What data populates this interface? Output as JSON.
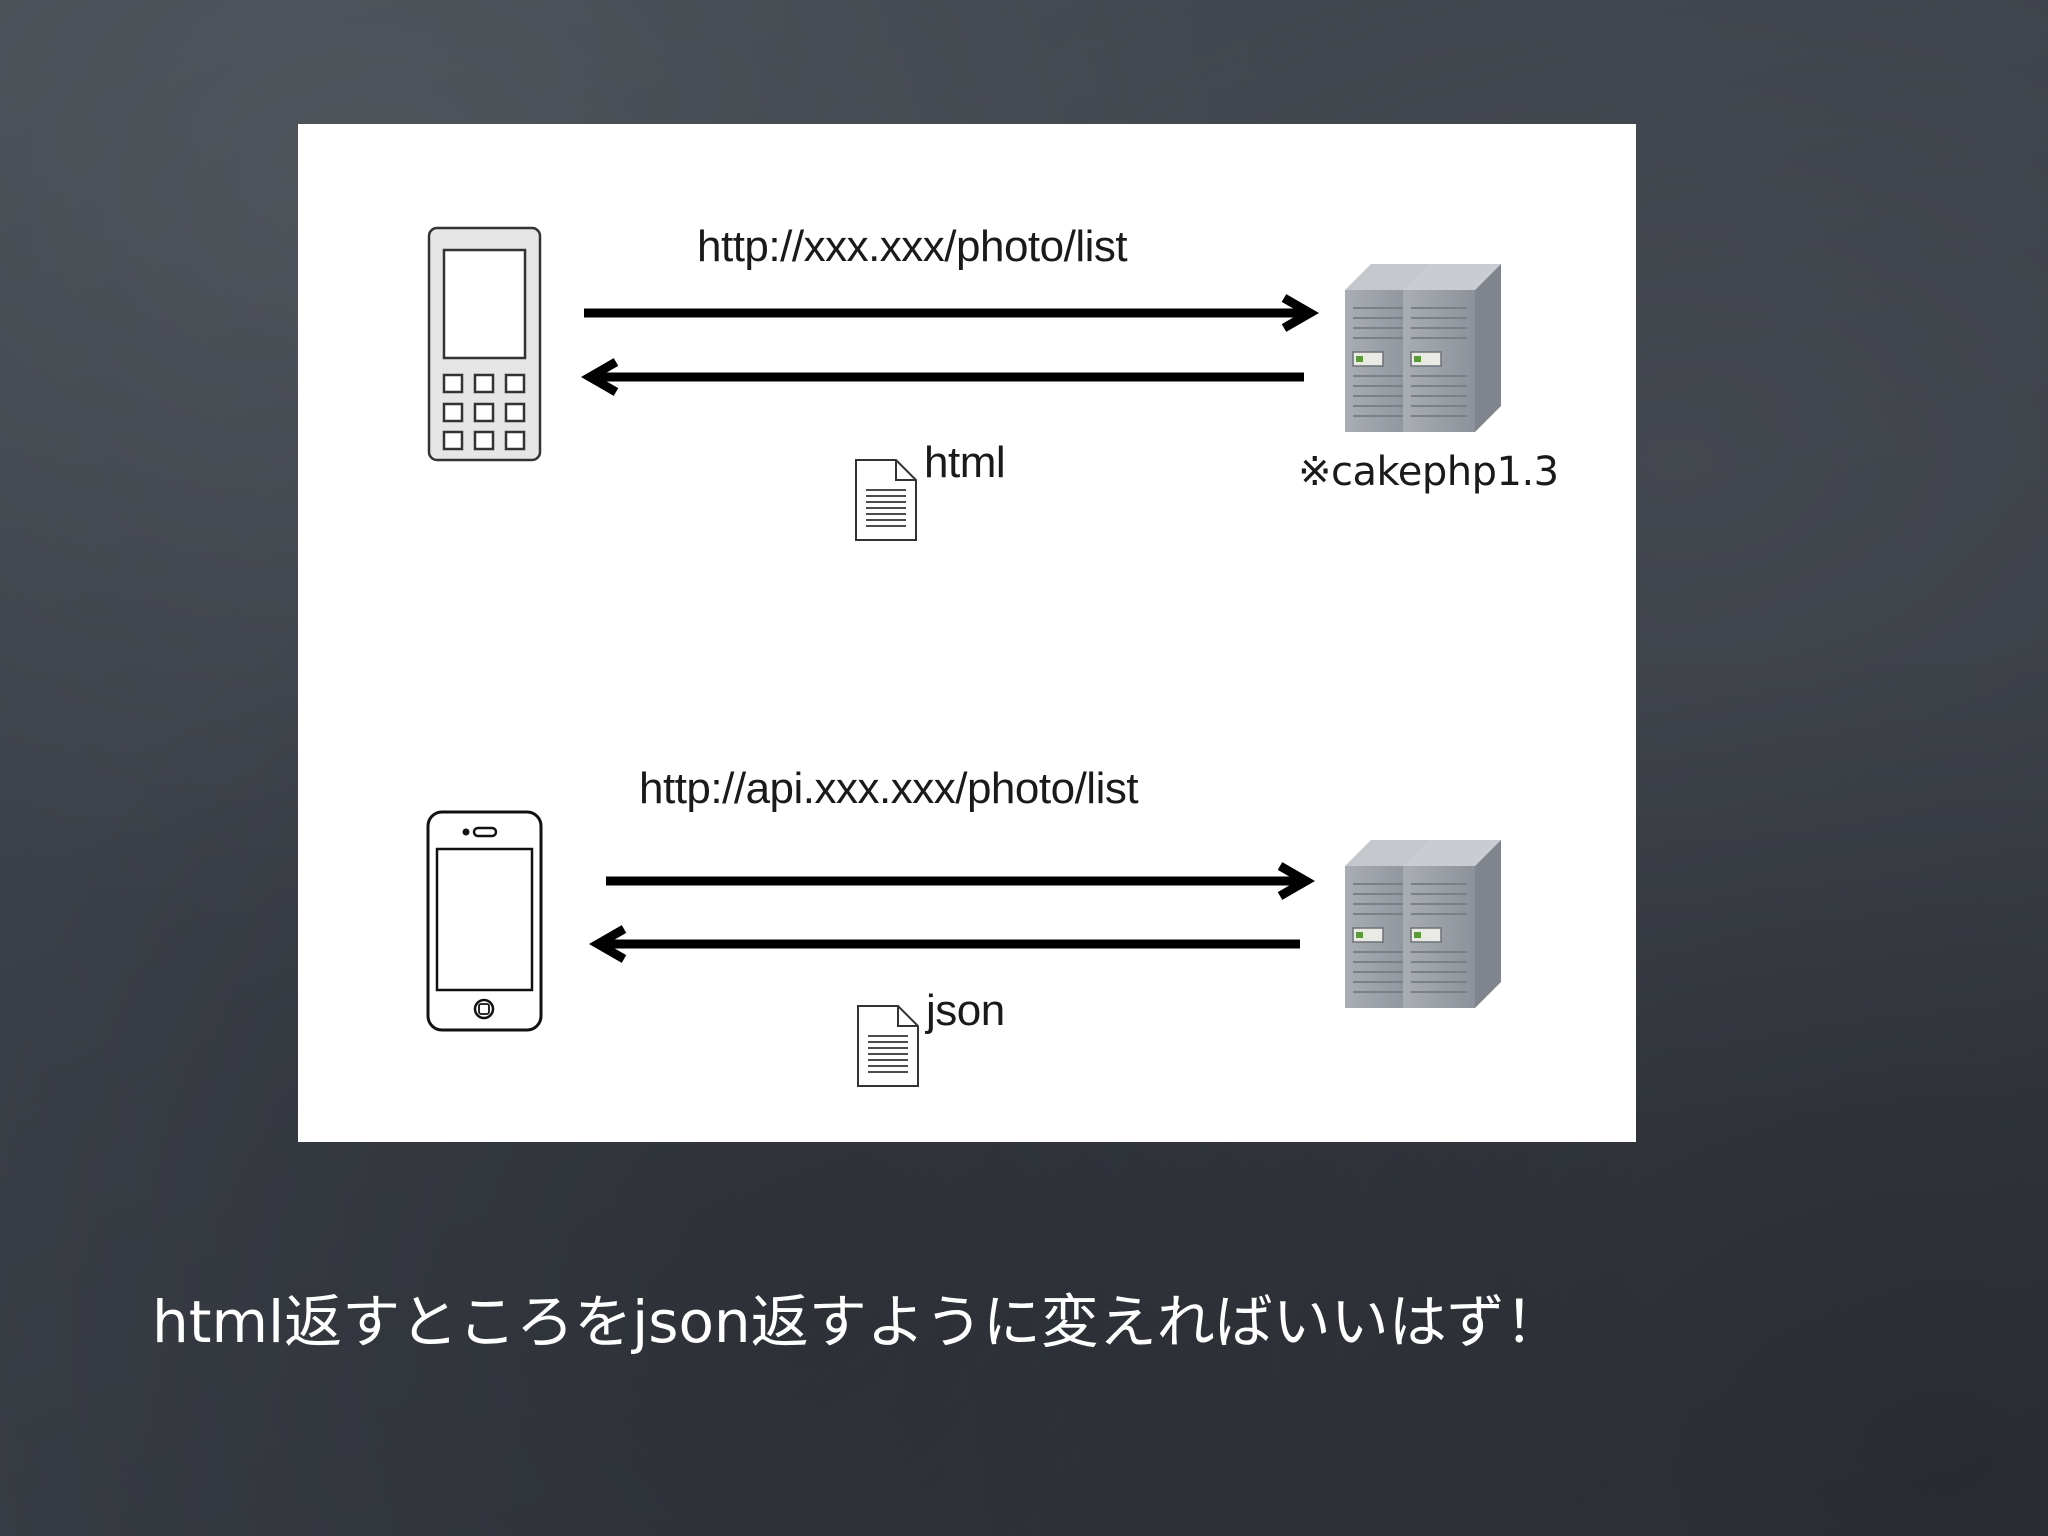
{
  "diagram": {
    "top_flow": {
      "request_url": "http://xxx.xxx/photo/list",
      "response_label": "html",
      "server_note": "※cakephp1.3",
      "client_icon": "feature-phone-icon",
      "server_icon": "server-rack-icon",
      "document_icon": "document-icon"
    },
    "bottom_flow": {
      "request_url": "http://api.xxx.xxx/photo/list",
      "response_label": "json",
      "client_icon": "smartphone-icon",
      "server_icon": "server-rack-icon",
      "document_icon": "document-icon"
    }
  },
  "caption": "html返すところをjson返すように変えればいいはず！",
  "colors": {
    "background": "#3d4149",
    "card": "#ffffff",
    "arrow": "#000000",
    "server": "#9ea3ab",
    "caption_text": "#ffffff"
  }
}
